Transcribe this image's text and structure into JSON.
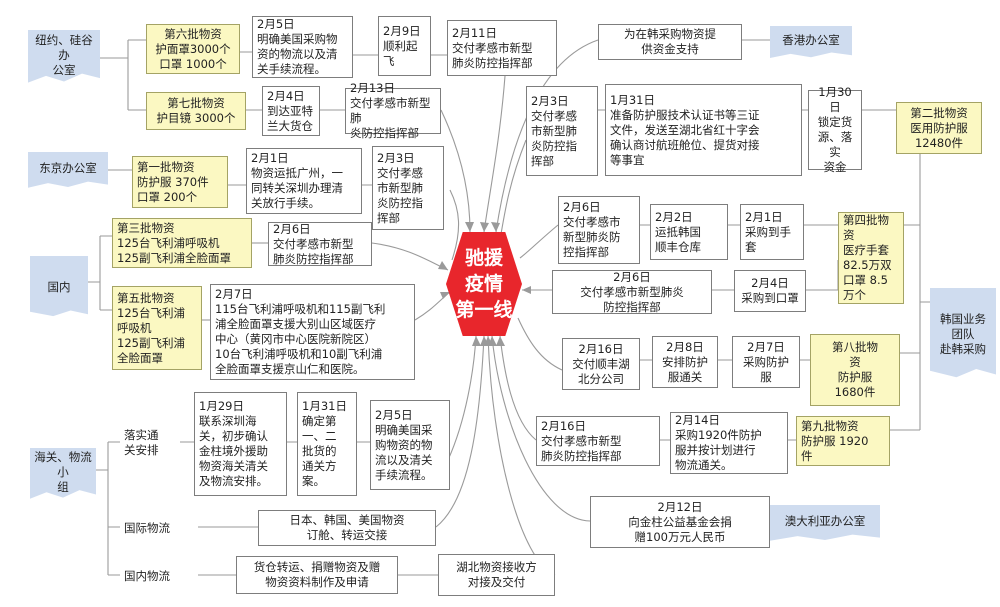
{
  "center": "驰援\n疫情\n第一线",
  "offices": {
    "ny": "纽约、硅谷办\n公室",
    "tokyo": "东京办公室",
    "domestic": "国内",
    "customs": "海关、物流小\n组",
    "hk": "香港办公室",
    "korea": "韩国业务\n团队\n赴韩采购",
    "au": "澳大利亚办公室"
  },
  "nodes": {
    "b6": "第六批物资\n护面罩3000个\n口罩 1000个",
    "b6_1": "2月5日\n明确美国采购物\n资的物流以及清\n关手续流程。",
    "b6_2": "2月9日\n顺利起\n飞",
    "b6_3": "2月11日\n交付孝感市新型\n肺炎防控指挥部",
    "b7": "第七批物资\n护目镜 3000个",
    "b7_1": "2月4日\n到达亚特\n兰大货仓",
    "b7_2": "2月13日\n交付孝感市新型肺\n炎防控指挥部",
    "b1": "第一批物资\n防护服 370件\n口罩 200个",
    "b1_1": "2月1日\n物资运抵广州，一\n同转关深圳办理清\n关放行手续。",
    "b1_2": "2月3日\n交付孝感\n市新型肺\n炎防控指\n挥部",
    "b3": "第三批物资\n125台飞利浦呼吸机\n125副飞利浦全脸面罩",
    "b3_1": "2月6日\n交付孝感市新型\n肺炎防控指挥部",
    "b5": "第五批物资\n125台飞利浦\n呼吸机\n125副飞利浦\n全脸面罩",
    "b5_1": "2月7日\n115台飞利浦呼吸机和115副飞利\n浦全脸面罩支援大别山区域医疗\n中心（黄冈市中心医院新院区）\n10台飞利浦呼吸机和10副飞利浦\n全脸面罩支援京山仁和医院。",
    "c1": "落实通\n关安排",
    "c1_1": "1月29日\n联系深圳海\n关，初步确认\n金柱境外援助\n物资海关清关\n及物流安排。",
    "c1_2": "1月31日\n确定第\n一、二\n批货的\n通关方\n案。",
    "c1_3": "2月5日\n明确美国采\n购物资的物\n流以及清关\n手续流程。",
    "c2": "国际物流",
    "c2_1": "日本、韩国、美国物资\n订舱、转运交接",
    "c3": "国内物流",
    "c3_1": "货仓转运、捐赠物资及赠\n物资资料制作及申请",
    "c3_2": "湖北物资接收方\n对接及交付",
    "hk_1": "为在韩采购物资提\n供资金支持",
    "b2": "第二批物资\n医用防护服\n12480件",
    "b2_1": "1月30日\n锁定货\n源、落实\n资金",
    "b2_2": "1月31日\n准备防护服技术认证书等三证\n文件，发送至湖北省红十字会\n确认商讨航班舱位、提货对接\n等事宜",
    "b2_3": "2月3日\n交付孝感\n市新型肺\n炎防控指\n挥部",
    "b4": "第四批物\n资\n医疗手套\n82.5万双\n口罩 8.5\n万个",
    "b4_1": "2月1日\n采购到手\n套",
    "b4_2": "2月2日\n运抵韩国\n顺丰仓库",
    "b4_3": "2月6日\n交付孝感市\n新型肺炎防\n控指挥部",
    "b4_4": "2月4日\n采购到口罩",
    "b4_5": "2月6日\n交付孝感市新型肺炎\n防控指挥部",
    "b8": "第八批物\n资\n防护服\n1680件",
    "b8_1": "2月7日\n采购防护\n服",
    "b8_2": "2月8日\n安排防护\n服通关",
    "b8_3": "2月16日\n交付顺丰湖\n北分公司",
    "b9": "第九批物资\n防护服 1920\n件",
    "b9_1": "2月14日\n采购1920件防护\n服并按计划进行\n物流通关。",
    "b9_2": "2月16日\n交付孝感市新型\n肺炎防控指挥部",
    "au_1": "2月12日\n向金柱公益基金会捐\n赠100万元人民币"
  },
  "colors": {
    "center": "#e8262c",
    "office": "#cfdcef",
    "batch": "#fbf8c2",
    "line": "#9a9a9a"
  }
}
